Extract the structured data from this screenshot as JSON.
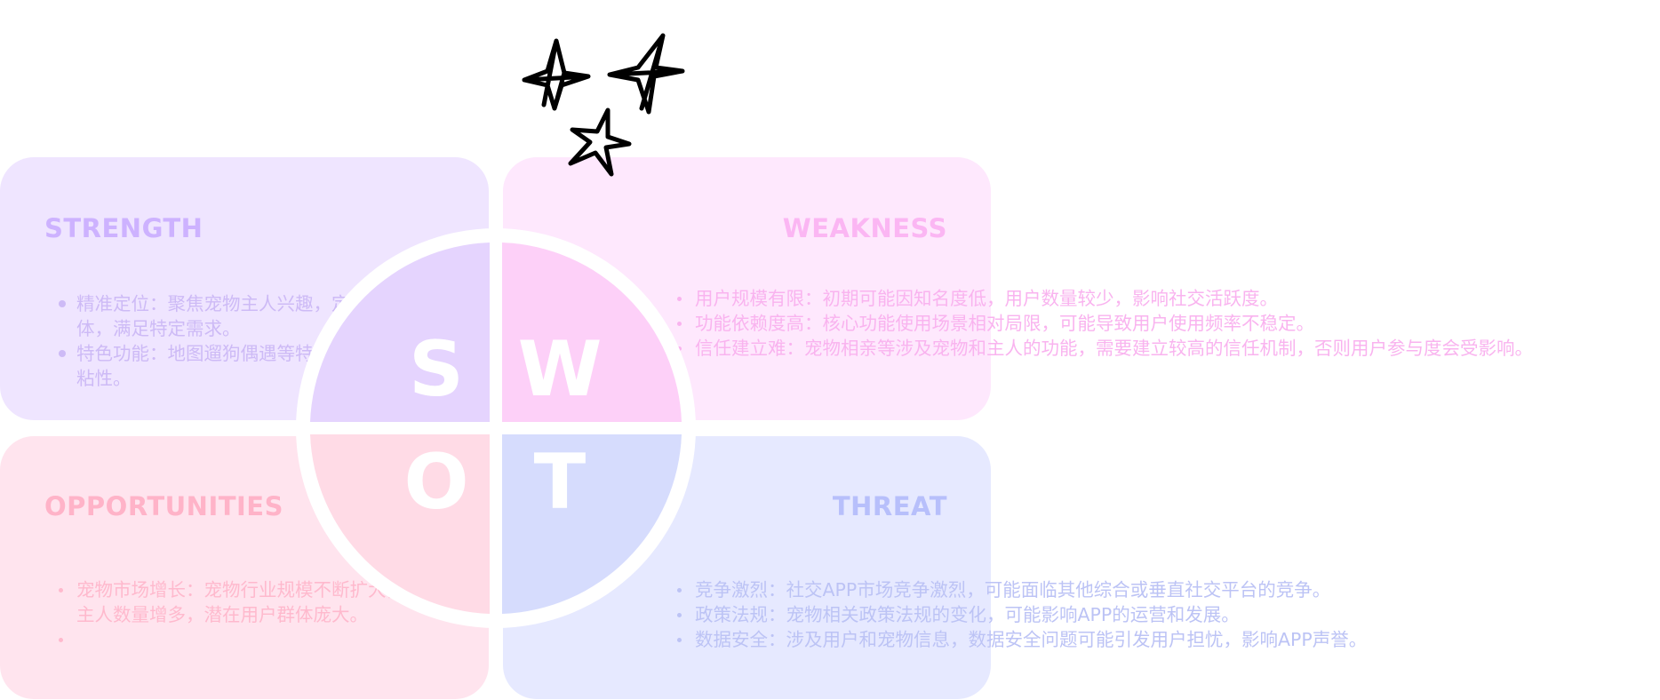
{
  "swot": {
    "strength": {
      "title": "STRENGTH",
      "letter": "S",
      "items": [
        "精准定位：聚焦宠物主人兴趣，定目标用户群体，满足特定需求。",
        "特色功能：地图遛狗偶遇等特色功能，增加用户粘性。"
      ],
      "color": "#cdb2ff"
    },
    "weakness": {
      "title": "WEAKNESS",
      "letter": "W",
      "items": [
        "用户规模有限：初期可能因知名度低，用户数量较少，影响社交活跃度。",
        "功能依赖度高：核心功能使用场景相对局限，可能导致用户使用频率不稳定。",
        "信任建立难：宠物相亲等涉及宠物和主人的功能，需要建立较高的信任机制，否则用户参与度会受影响。"
      ],
      "color": "#fbb6f3"
    },
    "opportunities": {
      "title": "OPPORTUNITIES",
      "letter": "O",
      "items": [
        "宠物市场增长：宠物行业规模不断扩大，宠物主人数量增多，潜在用户群体庞大。",
        ""
      ],
      "color": "#ffb3c8"
    },
    "threat": {
      "title": "THREAT",
      "letter": "T",
      "items": [
        "竞争激烈：社交APP市场竞争激烈，可能面临其他综合或垂直社交平台的竞争。",
        "政策法规：宠物相关政策法规的变化，可能影响APP的运营和发展。",
        "数据安全：涉及用户和宠物信息，数据安全问题可能引发用户担忧，影响APP声誉。"
      ],
      "color": "#b7bffb"
    }
  },
  "quadrant_colors": {
    "s": "#e5d4fe",
    "w": "#fdd0f8",
    "o": "#ffdbe6",
    "t": "#d6dcfd"
  },
  "icons": [
    "star-icon",
    "star-icon",
    "star-icon"
  ]
}
